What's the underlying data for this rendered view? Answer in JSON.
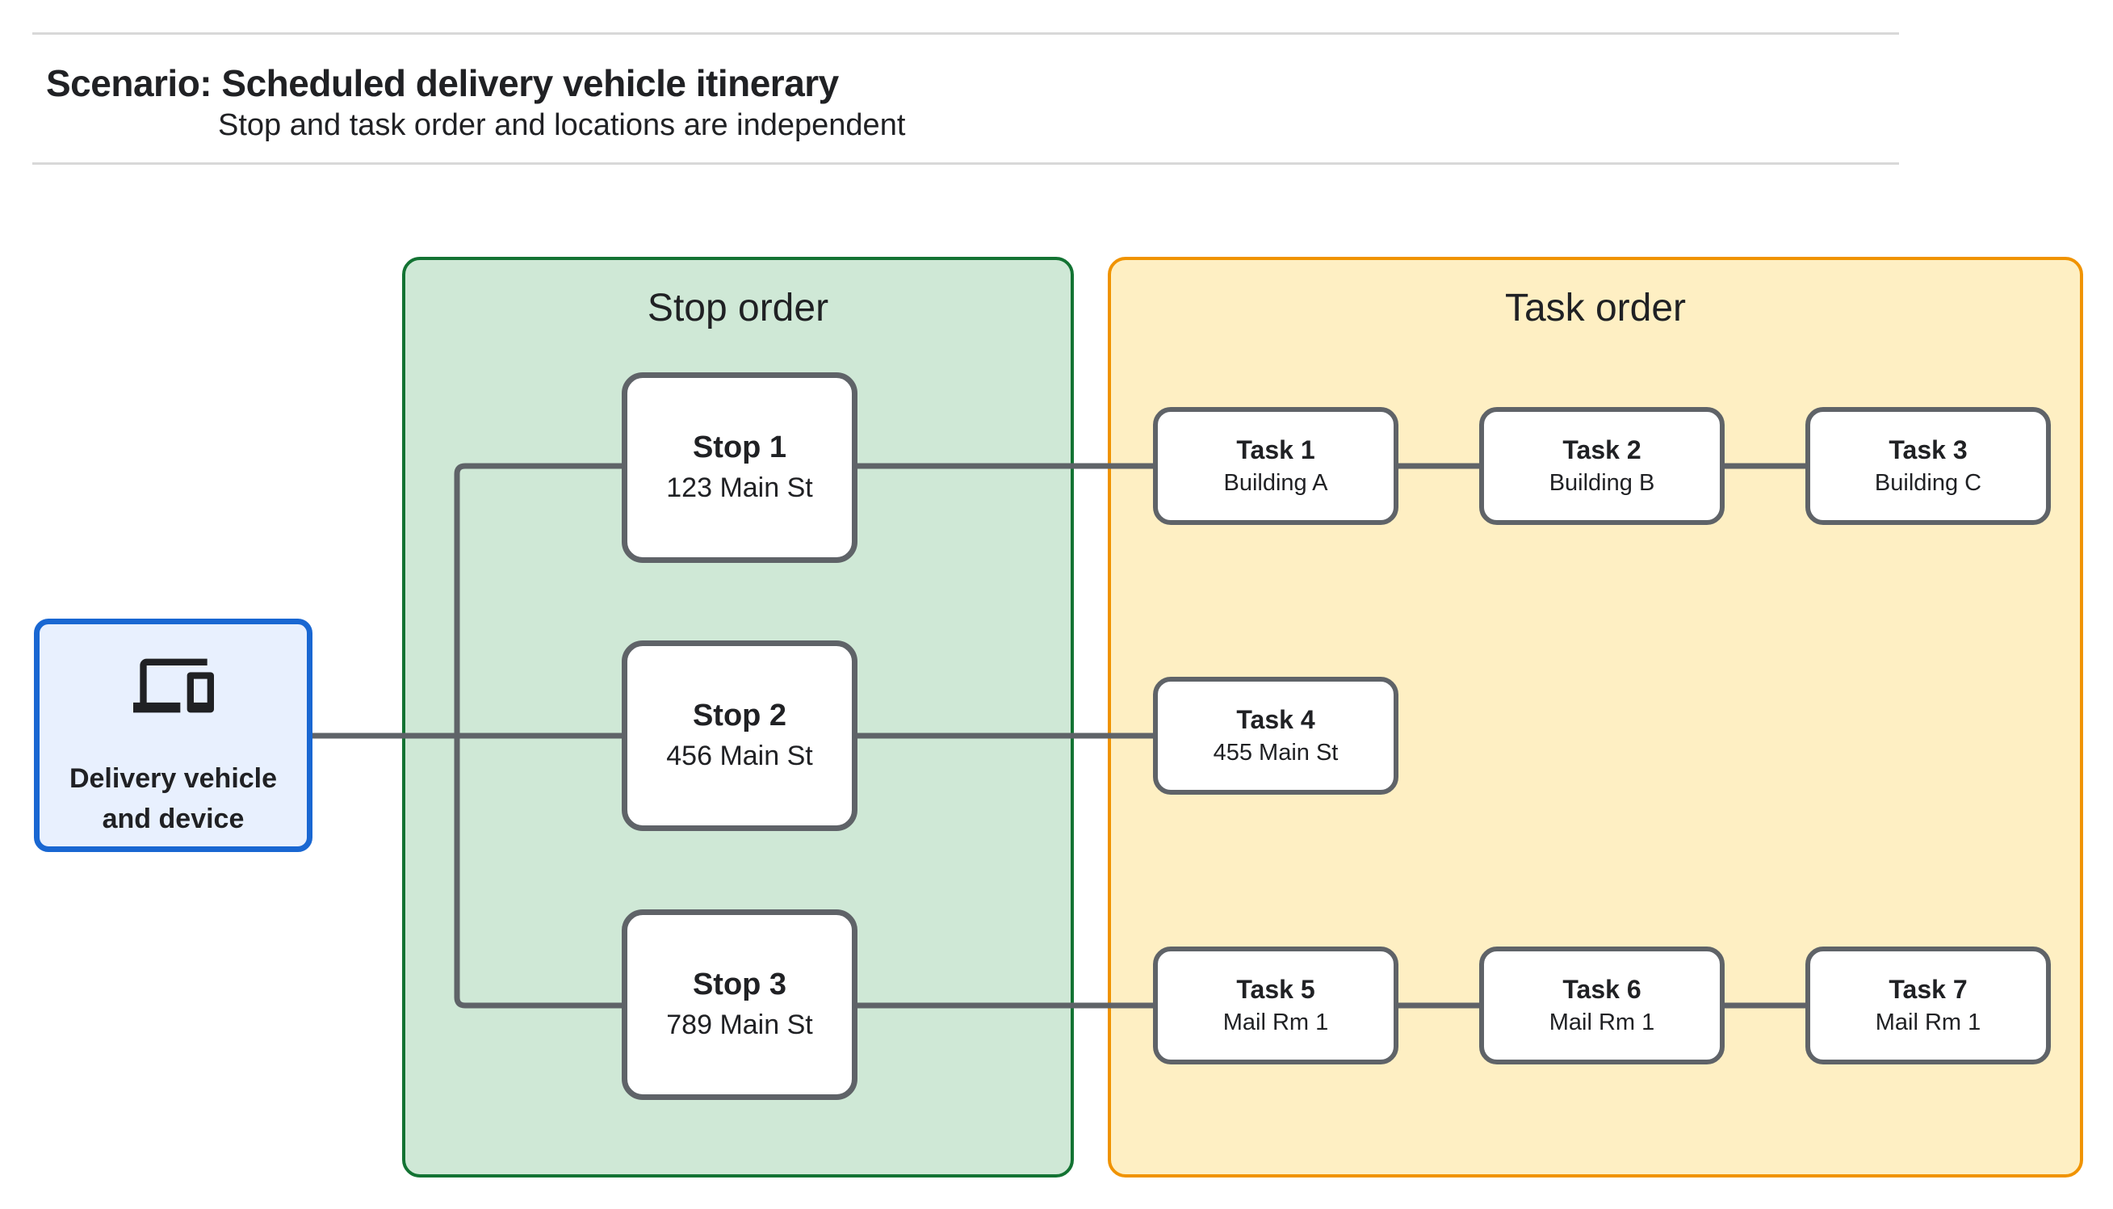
{
  "header": {
    "title": "Scenario: Scheduled delivery vehicle itinerary",
    "subtitle": "Stop and task order and locations are independent"
  },
  "vehicle": {
    "icon": "devices-icon",
    "lines": [
      "Delivery vehicle",
      "and device"
    ]
  },
  "panels": {
    "stop": {
      "title": "Stop order"
    },
    "task": {
      "title": "Task order"
    }
  },
  "stops": [
    {
      "name": "Stop 1",
      "location": "123 Main St"
    },
    {
      "name": "Stop 2",
      "location": "456 Main St"
    },
    {
      "name": "Stop 3",
      "location": "789 Main St"
    }
  ],
  "tasks": [
    {
      "name": "Task 1",
      "location": "Building A"
    },
    {
      "name": "Task 2",
      "location": "Building B"
    },
    {
      "name": "Task 3",
      "location": "Building C"
    },
    {
      "name": "Task 4",
      "location": "455 Main St"
    },
    {
      "name": "Task 5",
      "location": "Mail Rm 1"
    },
    {
      "name": "Task 6",
      "location": "Mail Rm 1"
    },
    {
      "name": "Task 7",
      "location": "Mail Rm 1"
    }
  ],
  "colors": {
    "stop_panel_fill": "#CFE8D6",
    "stop_panel_border": "#137333",
    "task_panel_fill": "#FEEFC3",
    "task_panel_border": "#F09300",
    "vehicle_fill": "#E8F0FE",
    "vehicle_border": "#1967D2",
    "connector": "#5F6368",
    "node_border": "#5F6368",
    "divider": "#D8D8D8",
    "text": "#202124"
  }
}
